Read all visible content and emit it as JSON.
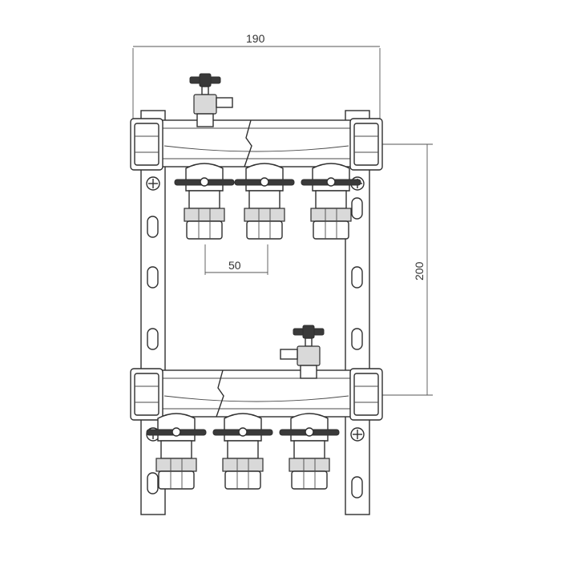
{
  "dimensions": {
    "width_label": "190",
    "height_label": "200",
    "spacing_label": "50"
  },
  "colors": {
    "line": "#2f2f2f",
    "valve_handle": "#3a3a3a",
    "background": "#ffffff"
  }
}
